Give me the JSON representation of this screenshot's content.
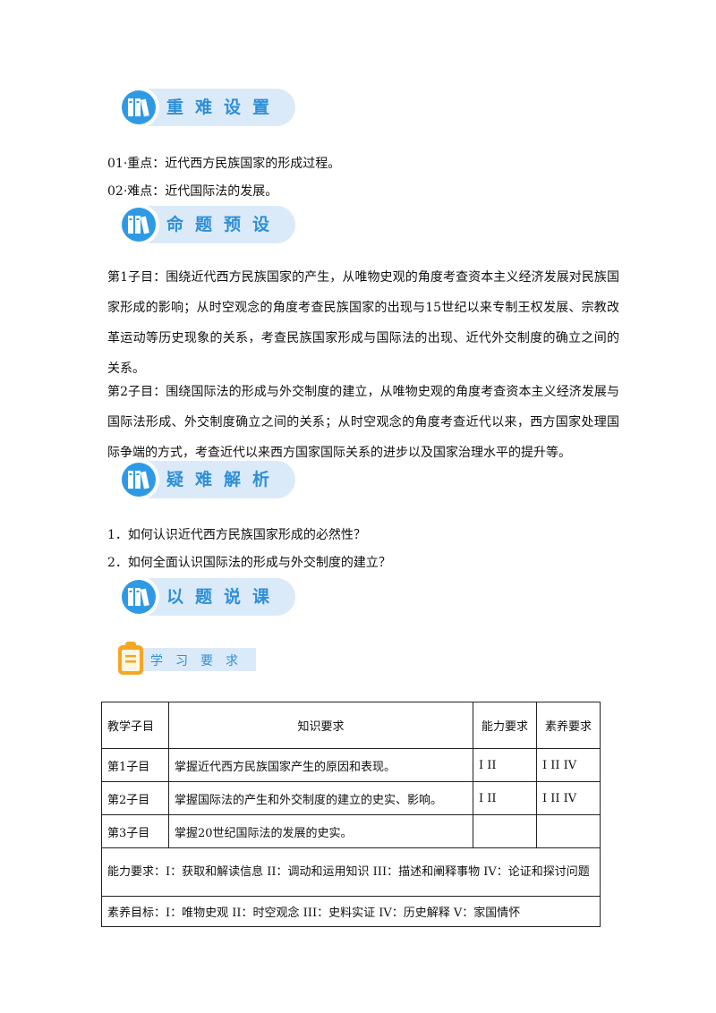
{
  "sections": {
    "difficulty": "重难设置",
    "topics": "命题预设",
    "questions": "疑难解析",
    "lesson": "以题说课",
    "study": "学习要求"
  },
  "difficulty": {
    "key_point": "01·重点：近代西方民族国家的形成过程。",
    "hard_point": "02·难点：近代国际法的发展。"
  },
  "topics": {
    "topic1": "第1子目：围绕近代西方民族国家的产生，从唯物史观的角度考查资本主义经济发展对民族国家形成的影响；从时空观念的角度考查民族国家的出现与15世纪以来专制王权发展、宗教改革运动等历史现象的关系，考查民族国家形成与国际法的出现、近代外交制度的确立之间的关系。",
    "topic2": "第2子目：围绕国际法的形成与外交制度的建立，从唯物史观的角度考查资本主义经济发展与国际法形成、外交制度确立之间的关系；从时空观念的角度考查近代以来，西方国家处理国际争端的方式，考查近代以来西方国家国际关系的进步以及国家治理水平的提升等。"
  },
  "questions": {
    "q1": "1．如何认识近代西方民族国家形成的必然性？",
    "q2": "2．如何全面认识国际法的形成与外交制度的建立？"
  },
  "table": {
    "headers": [
      "教学子目",
      "知识要求",
      "能力要求",
      "素养要求"
    ],
    "rows": [
      [
        "第1子目",
        "掌握近代西方民族国家产生的原因和表现。",
        "I II",
        "I II IV"
      ],
      [
        "第2子目",
        "掌握国际法的产生和外交制度的建立的史实、影响。",
        "I II",
        "I II IV"
      ],
      [
        "第3子目",
        "掌握20世纪国际法的发展的史实。",
        "",
        ""
      ]
    ],
    "ability_note": "能力要求：I：获取和解读信息 II：调动和运用知识 III：描述和阐释事物 IV：论证和探讨问题",
    "literacy_note": "素养目标：I：唯物史观 II：时空观念 III：史料实证 IV：历史解释 V：家国情怀"
  },
  "colors": {
    "accent": "#2e8fd9",
    "band": "#dbeaf8",
    "clipboard": "#f5a623"
  }
}
